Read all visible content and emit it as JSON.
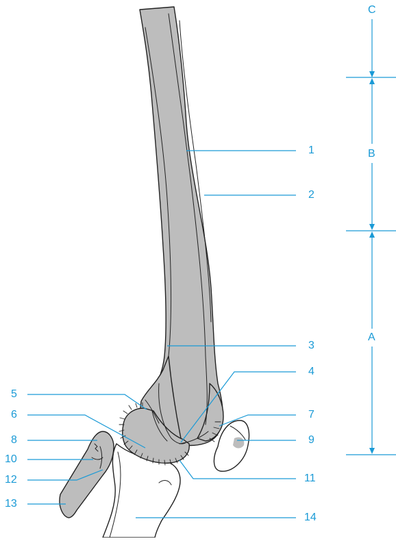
{
  "colors": {
    "accent": "#1a9ad6",
    "bone_fill": "#bdbdbd",
    "outline": "#222222"
  },
  "labels": {
    "n1": "1",
    "n2": "2",
    "n3": "3",
    "n4": "4",
    "n5": "5",
    "n6": "6",
    "n7": "7",
    "n8": "8",
    "n9": "9",
    "n10": "10",
    "n11": "11",
    "n12": "12",
    "n13": "13",
    "n14": "14"
  },
  "regions": {
    "a": "A",
    "b": "B",
    "c": "C"
  }
}
